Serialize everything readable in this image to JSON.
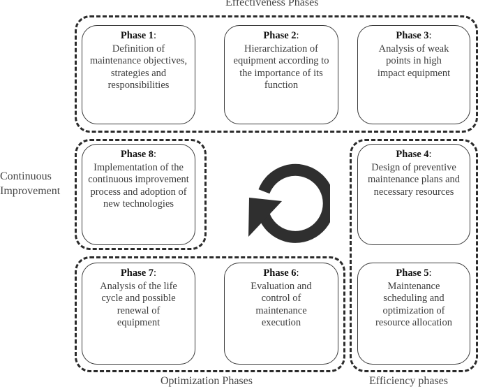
{
  "groups": {
    "effectiveness": "Effectiveness Phases",
    "continuous": [
      "Continuous",
      "Improvement"
    ],
    "optimization": "Optimization Phases",
    "efficiency": "Efficiency phases"
  },
  "phases": [
    {
      "title": "Phase 1",
      "desc": "Definition of maintenance objectives, strategies and responsibilities"
    },
    {
      "title": "Phase 2",
      "desc": "Hierarchization of equipment according to the importance of its function"
    },
    {
      "title": "Phase 3",
      "desc": "Analysis of weak points in high impact equipment"
    },
    {
      "title": "Phase 4",
      "desc": "Design of preventive maintenance plans and necessary resources"
    },
    {
      "title": "Phase 5",
      "desc": "Maintenance scheduling and optimization of resource allocation"
    },
    {
      "title": "Phase 6",
      "desc": "Evaluation and control of maintenance execution"
    },
    {
      "title": "Phase 7",
      "desc": "Analysis of the life cycle and possible renewal of equipment"
    },
    {
      "title": "Phase 8",
      "desc": "Implementation of the continuous improvement process and adoption of new technologies"
    }
  ],
  "colors": {
    "stroke": "#2b2b2b",
    "arrow": "#2f2f2f",
    "text": "#3c3c3c"
  },
  "icons": {
    "cycle": "circular-arrow-icon"
  }
}
